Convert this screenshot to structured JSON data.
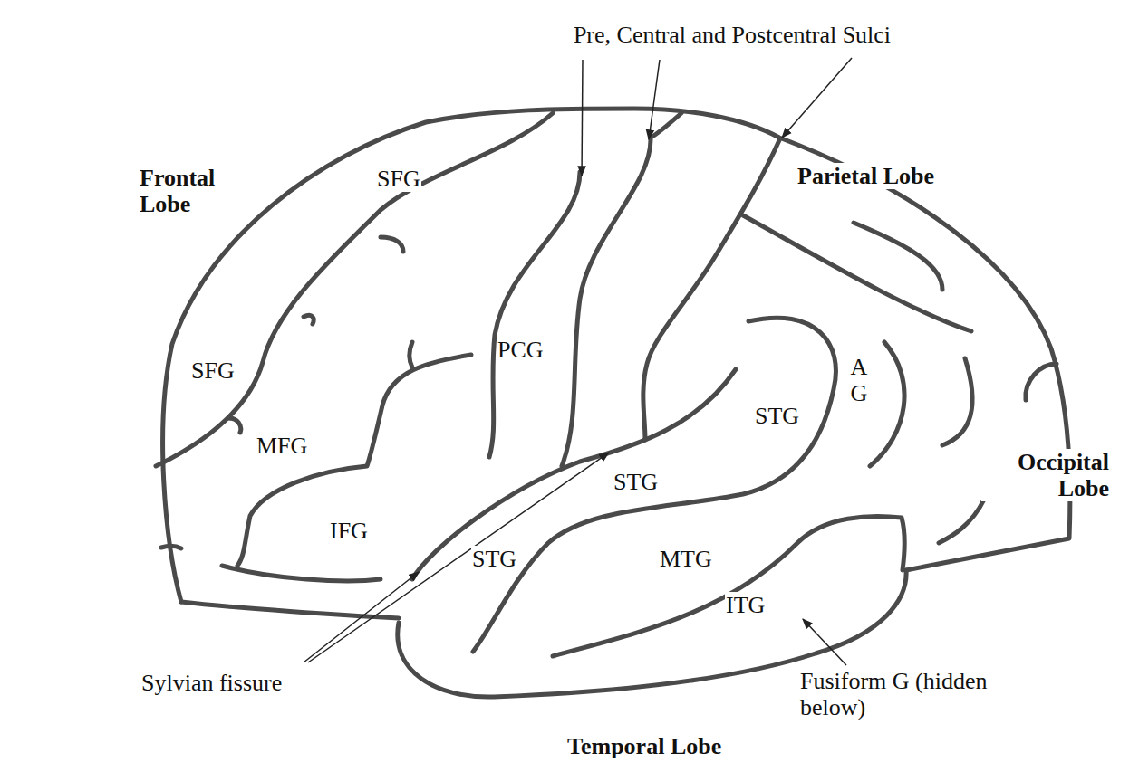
{
  "diagram": {
    "labels": [
      "Pre, Central and Postcentral Sulci",
      "Frontal Lobe",
      "SFG",
      "Parietal Lobe",
      "SFG",
      "PCG",
      "A G",
      "STG",
      "MFG",
      "STG",
      "IFG",
      "STG",
      "MTG",
      "Occipital Lobe",
      "ITG",
      "Sylvian fissure",
      "Fusiform G (hidden below)",
      "Temporal Lobe"
    ]
  }
}
